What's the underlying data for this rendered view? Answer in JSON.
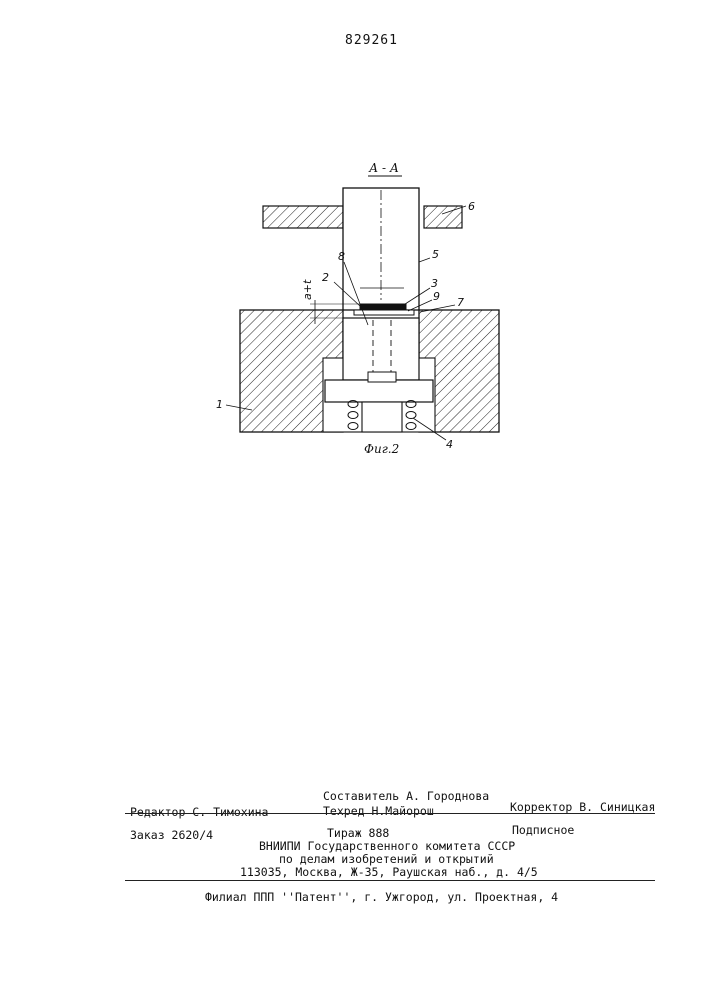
{
  "page_number": "829261",
  "figure": {
    "section_label": "А - А",
    "caption": "Фиг.2",
    "callouts": {
      "n1": "1",
      "n2": "2",
      "n3": "3",
      "n4": "4",
      "n5": "5",
      "n6": "6",
      "n7": "7",
      "n8": "8",
      "n9": "9",
      "dimension": "a+t"
    }
  },
  "imprint": {
    "compiler": "Составитель А. Городнова",
    "editor": "Редактор С. Тимохина",
    "tech_editor": "Техред Н.Майорош",
    "corrector": "Корректор В. Синицкая",
    "order": "Заказ 2620/4",
    "circulation": "Тираж 888",
    "subscription": "Подписное",
    "org_line1": "ВНИИПИ Государственного комитета СССР",
    "org_line2": "по делам изобретений и открытий",
    "address": "113035, Москва, Ж-35, Раушская наб., д. 4/5",
    "branch": "Филиал ППП ''Патент'', г. Ужгород, ул. Проектная, 4"
  }
}
